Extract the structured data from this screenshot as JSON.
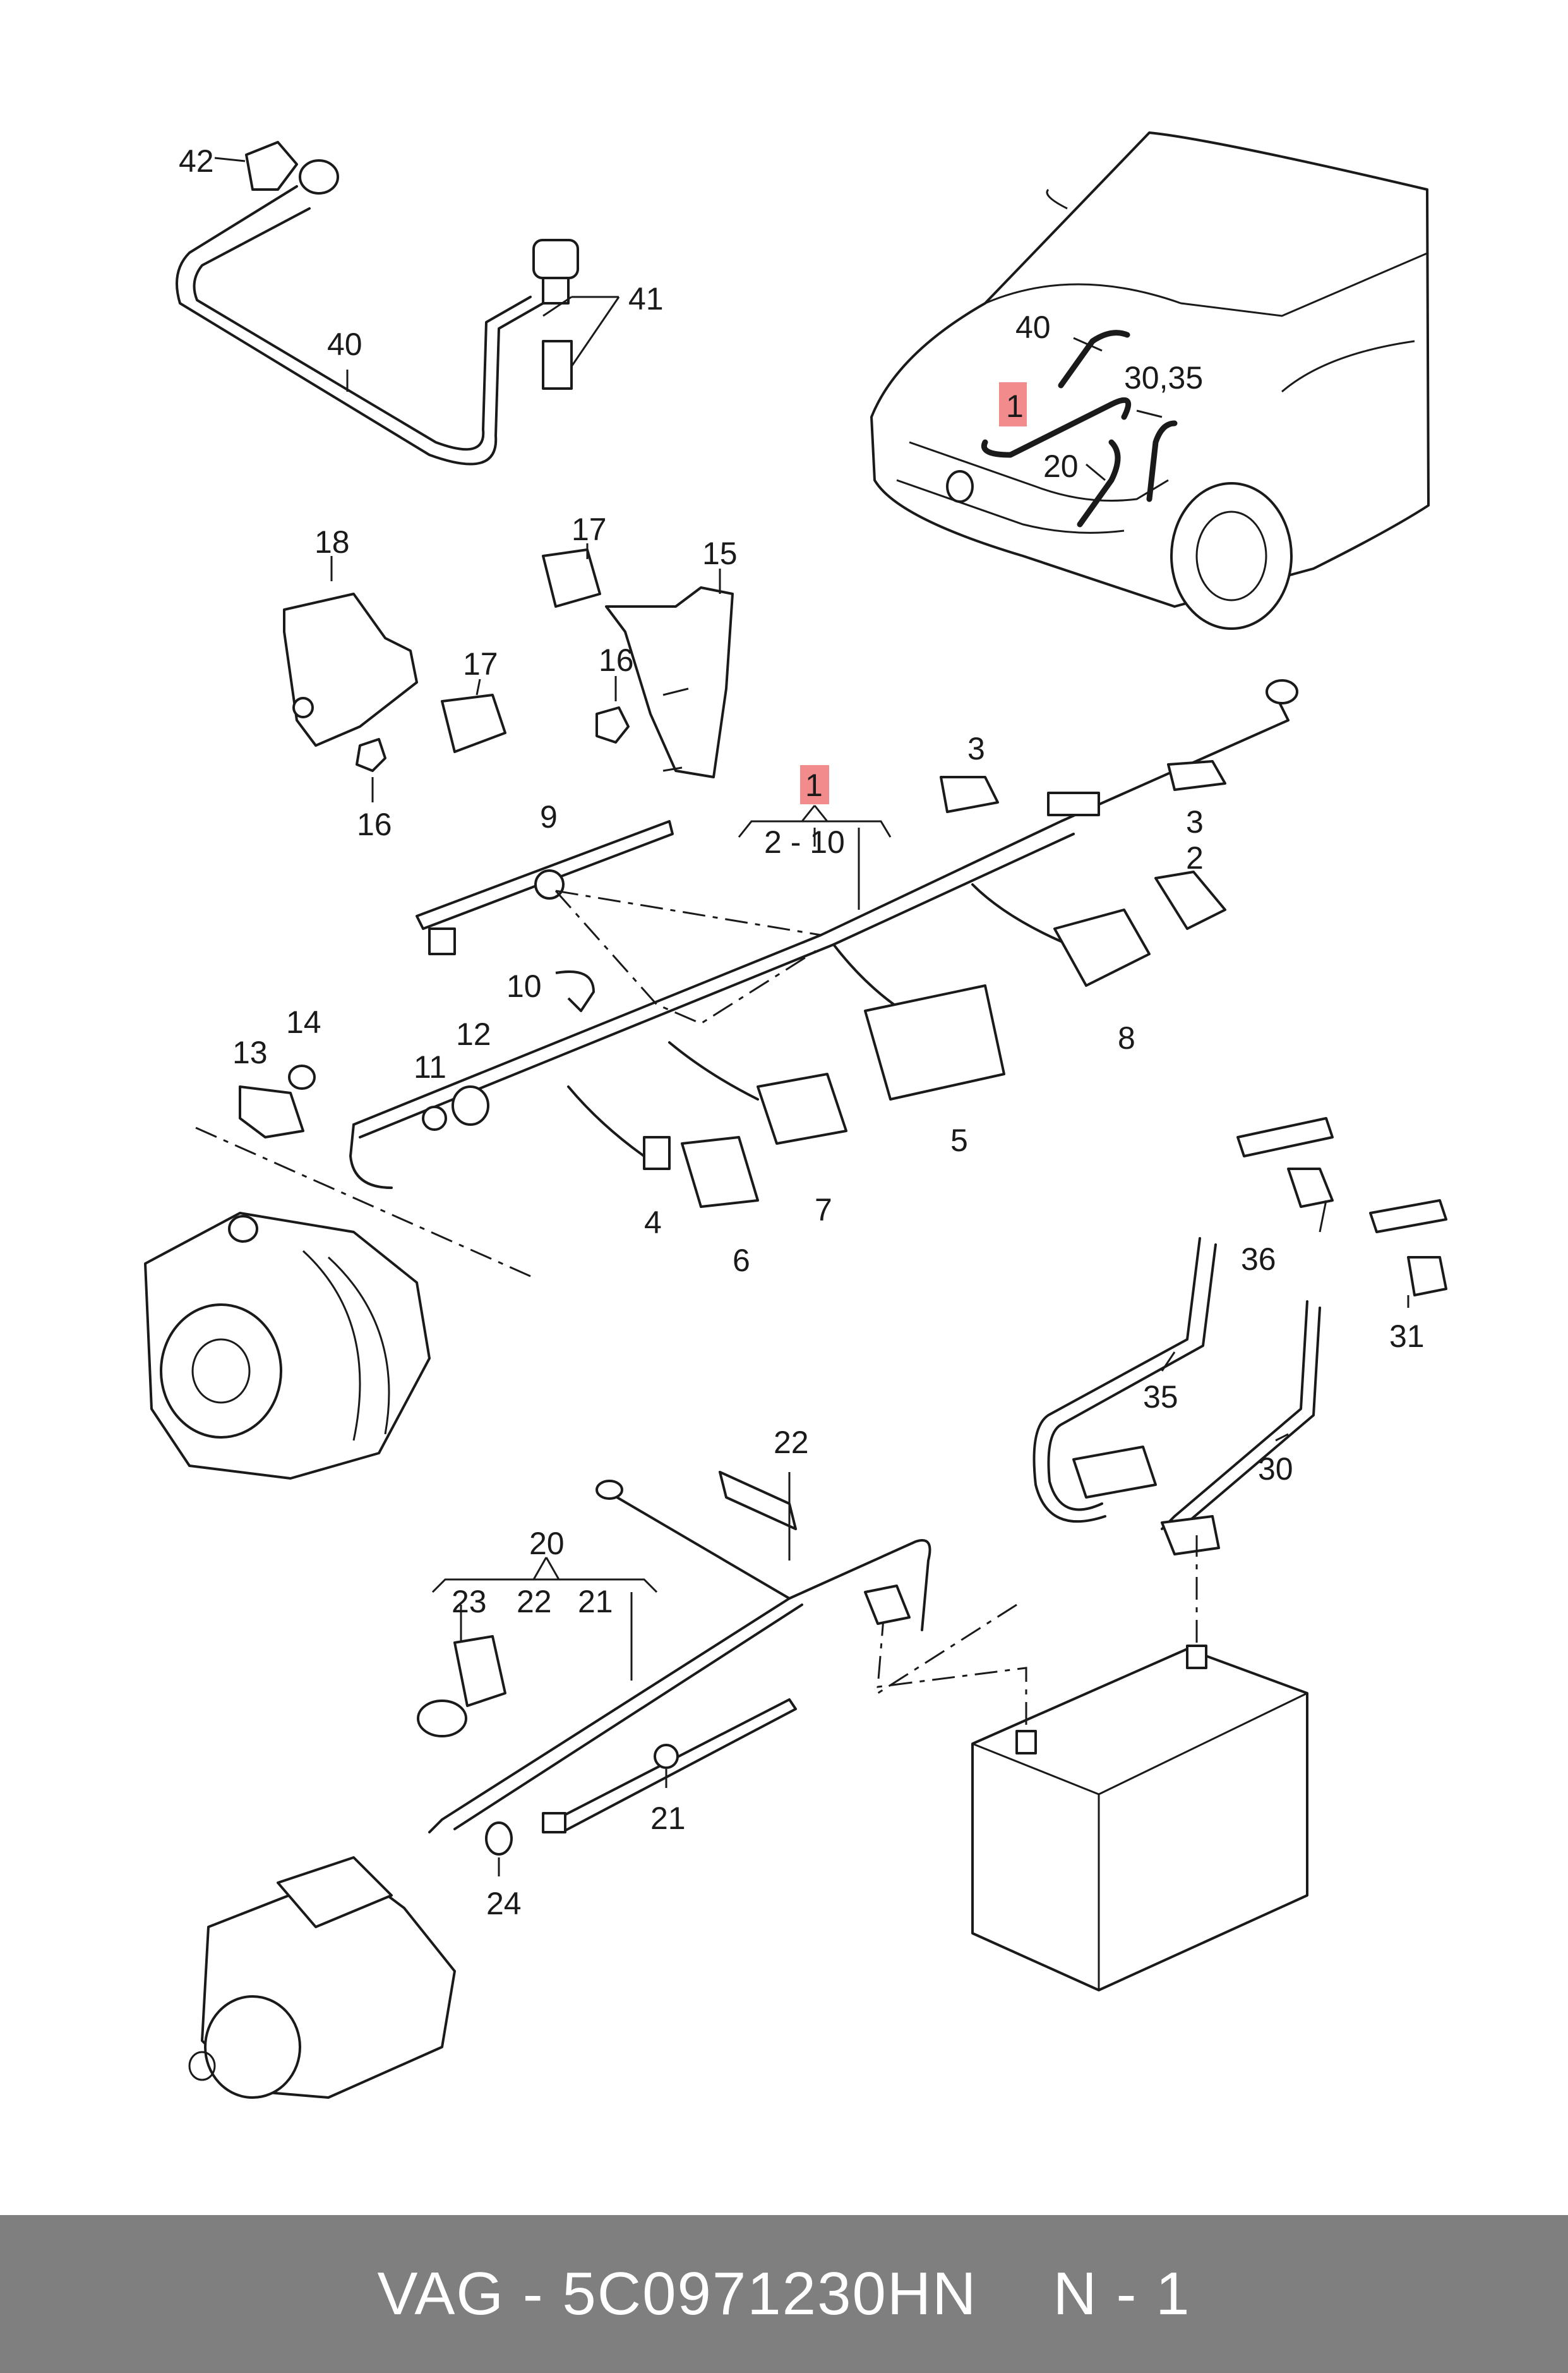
{
  "callouts": {
    "c42": "42",
    "c41": "41",
    "c40": "40",
    "c18": "18",
    "c17a": "17",
    "c17b": "17",
    "c15": "15",
    "c16a": "16",
    "c16b": "16",
    "c9": "9",
    "c1": "1",
    "c2_10": "2 - 10",
    "c3a": "3",
    "c3b": "3",
    "c2": "2",
    "c8": "8",
    "c10": "10",
    "c14": "14",
    "c13": "13",
    "c11": "11",
    "c12": "12",
    "c5": "5",
    "c4": "4",
    "c7": "7",
    "c6": "6",
    "c36": "36",
    "c31": "31",
    "c35": "35",
    "c30": "30",
    "c22": "22",
    "c20": "20",
    "c23": "23",
    "c22b": "22",
    "c21a": "21",
    "c21b": "21",
    "c24": "24"
  },
  "car_callouts": {
    "c40": "40",
    "c30_35": "30,35",
    "c1": "1",
    "c20": "20"
  },
  "highlight_color": "#f28b8b",
  "footer": {
    "part_ref": "VAG - 5C0971230HN",
    "qty": "N - 1",
    "background": "#7f7f7f"
  }
}
